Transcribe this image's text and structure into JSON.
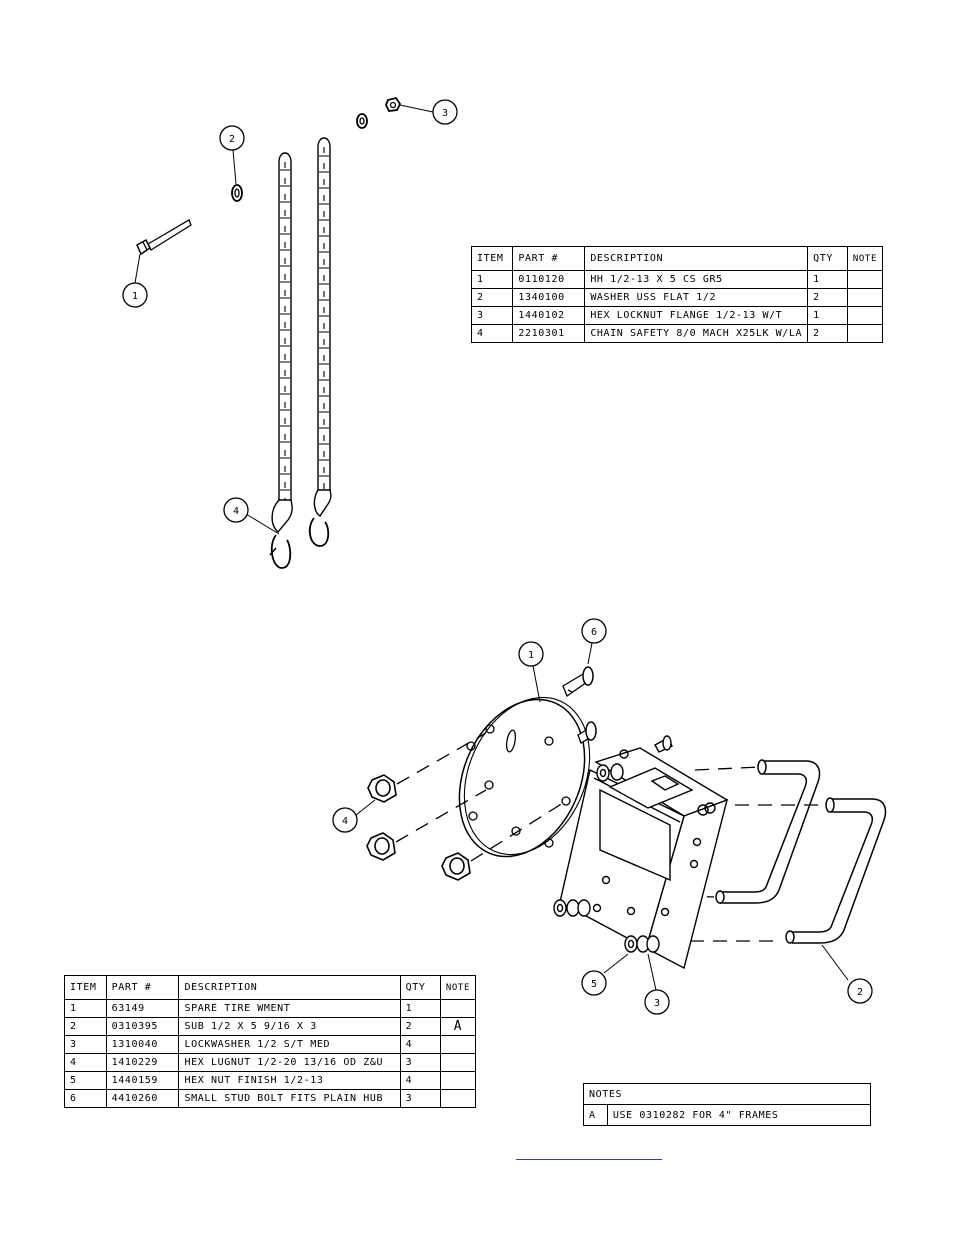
{
  "top_callouts": [
    "1",
    "2",
    "3",
    "4"
  ],
  "bottom_callouts": [
    "1",
    "6",
    "4",
    "5",
    "3",
    "2"
  ],
  "table1": {
    "headers": [
      "ITEM",
      "PART #",
      "DESCRIPTION",
      "QTY",
      "NOTE"
    ],
    "rows": [
      [
        "1",
        "0110120",
        "HH 1/2-13 X 5 CS GR5",
        "1",
        ""
      ],
      [
        "2",
        "1340100",
        "WASHER USS FLAT 1/2",
        "2",
        ""
      ],
      [
        "3",
        "1440102",
        "HEX LOCKNUT FLANGE 1/2-13 W/T",
        "1",
        ""
      ],
      [
        "4",
        "2210301",
        "CHAIN SAFETY 8/0 MACH X25LK W/LA",
        "2",
        ""
      ]
    ]
  },
  "table2": {
    "headers": [
      "ITEM",
      "PART #",
      "DESCRIPTION",
      "QTY",
      "NOTE"
    ],
    "rows": [
      [
        "1",
        "63149",
        "SPARE TIRE WMENT",
        "1",
        ""
      ],
      [
        "2",
        "0310395",
        "SUB 1/2 X 5 9/16 X 3",
        "2",
        "A"
      ],
      [
        "3",
        "1310040",
        "LOCKWASHER 1/2 S/T MED",
        "4",
        ""
      ],
      [
        "4",
        "1410229",
        "HEX LUGNUT 1/2-20 13/16 OD Z&U",
        "3",
        ""
      ],
      [
        "5",
        "1440159",
        "HEX NUT FINISH 1/2-13",
        "4",
        ""
      ],
      [
        "6",
        "4410260",
        "SMALL STUD BOLT FITS PLAIN HUB",
        "3",
        ""
      ]
    ]
  },
  "notes": {
    "header": "NOTES",
    "rows": [
      [
        "A",
        "USE 0310282 FOR 4\" FRAMES"
      ]
    ]
  }
}
